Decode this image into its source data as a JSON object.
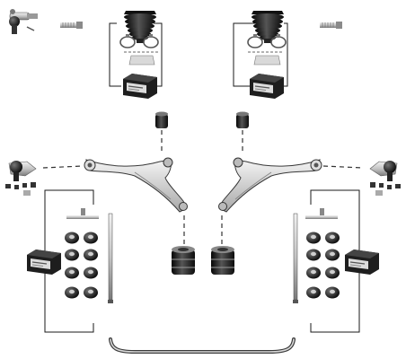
{
  "palette": {
    "background": "#ffffff",
    "line": "#1a1a1a",
    "dash": "#333333",
    "rubber": "#111111",
    "metal_light": "#e2e2e2",
    "metal_mid": "#b5b5b5",
    "metal_dark": "#6e6e6e",
    "box_dark": "#1e1e1e",
    "box_face": "#dcdcdc"
  },
  "parts": [
    {
      "name": "tie-rod-end-left",
      "side": "left"
    },
    {
      "name": "tie-rod-bolt-left",
      "side": "left"
    },
    {
      "name": "steering-boot-kit-left",
      "side": "left"
    },
    {
      "name": "rear-arm-bushing-left",
      "side": "left"
    },
    {
      "name": "ball-joint-left",
      "side": "left"
    },
    {
      "name": "control-arm-left",
      "side": "left"
    },
    {
      "name": "stabilizer-link-kit-left",
      "side": "left"
    },
    {
      "name": "front-arm-bushing-left",
      "side": "left"
    },
    {
      "name": "tie-rod-end-right",
      "side": "right"
    },
    {
      "name": "tie-rod-bolt-right",
      "side": "right"
    },
    {
      "name": "steering-boot-kit-right",
      "side": "right"
    },
    {
      "name": "rear-arm-bushing-right",
      "side": "right"
    },
    {
      "name": "ball-joint-right",
      "side": "right"
    },
    {
      "name": "control-arm-right",
      "side": "right"
    },
    {
      "name": "stabilizer-link-kit-right",
      "side": "right"
    },
    {
      "name": "front-arm-bushing-right",
      "side": "right"
    },
    {
      "name": "stabilizer-bar",
      "side": "center"
    }
  ]
}
